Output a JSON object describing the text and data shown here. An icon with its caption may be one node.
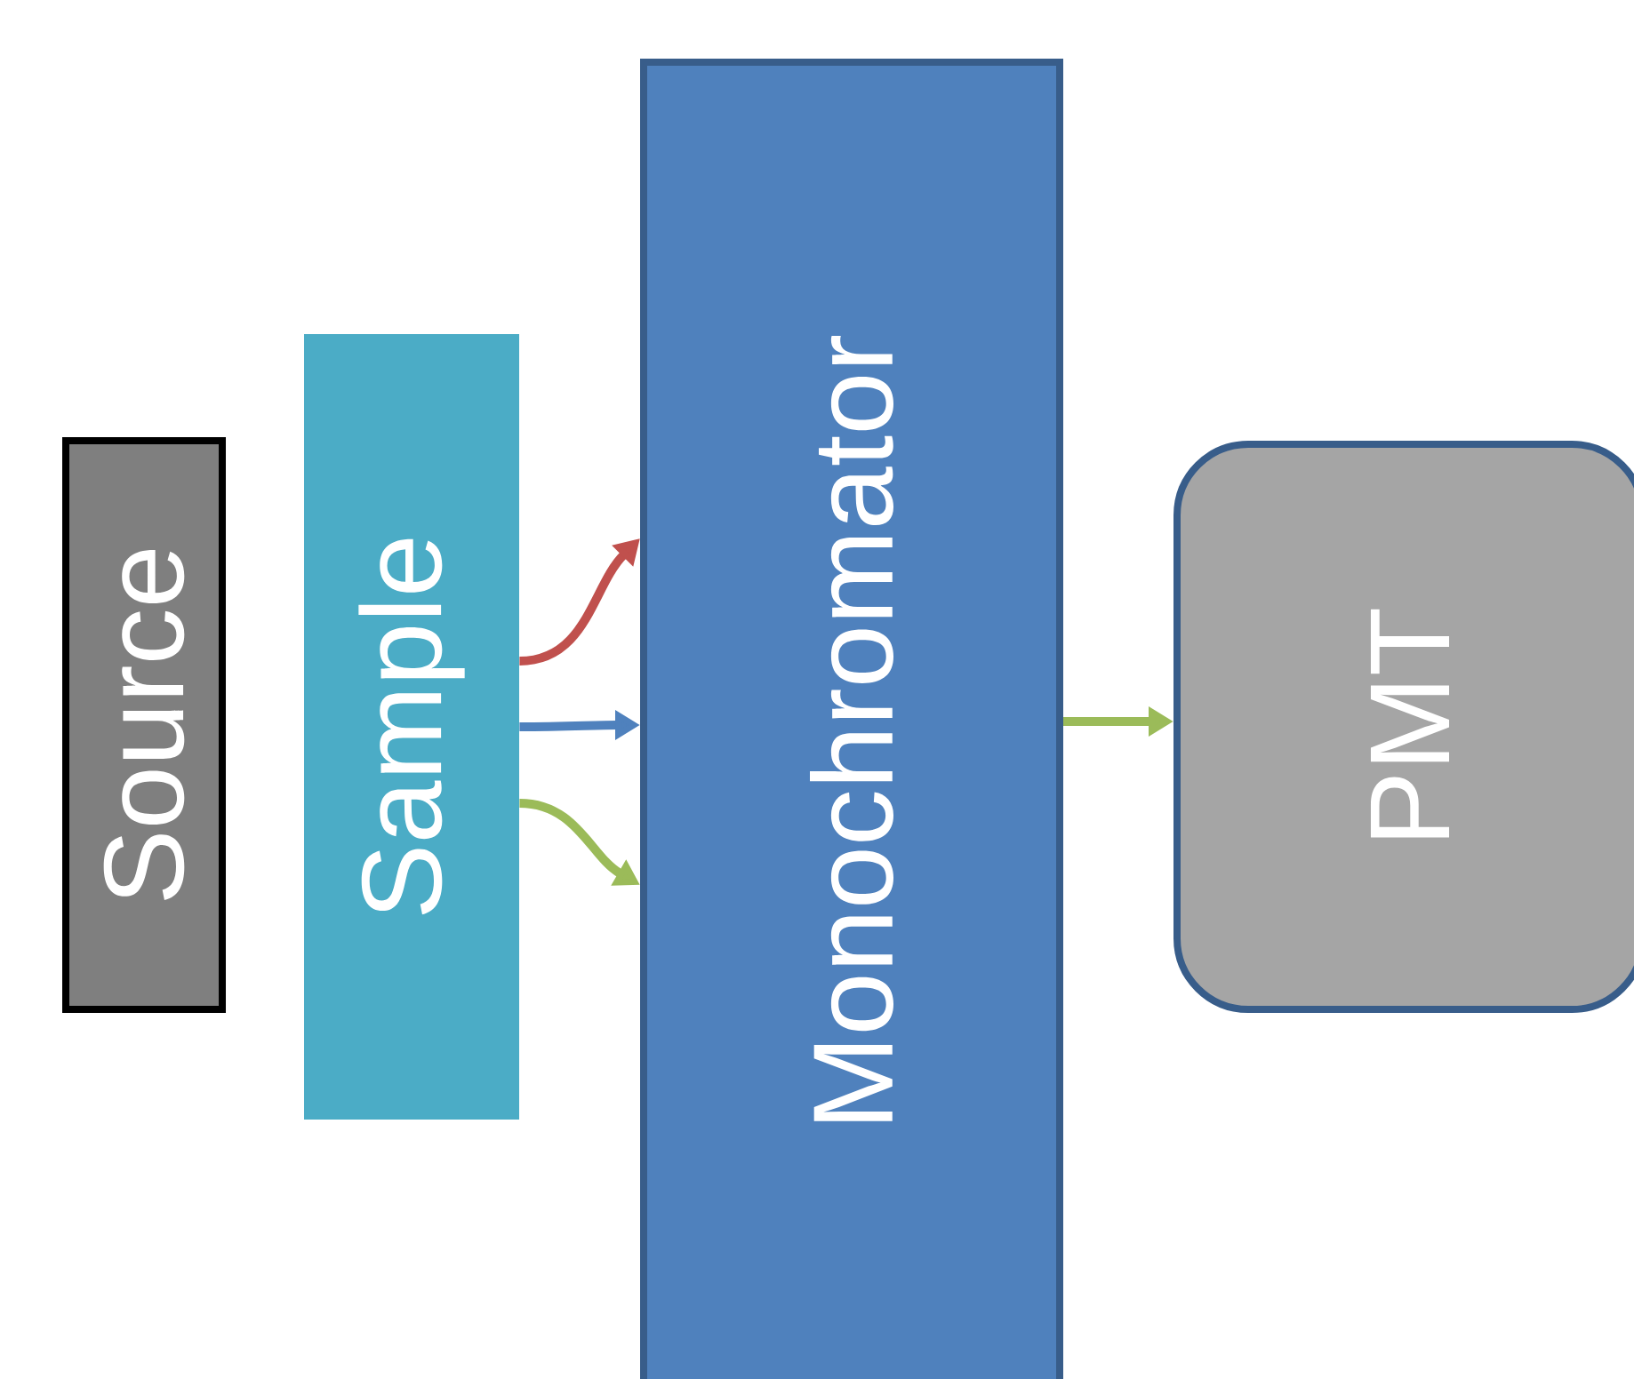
{
  "diagram": {
    "nodes": [
      {
        "text": [
          "Source"
        ]
      },
      {
        "text": [
          "Sample"
        ]
      },
      {
        "text": [
          "Monochromator"
        ]
      },
      {
        "text": [
          "PMT"
        ]
      }
    ],
    "edges": [
      {
        "from": 1,
        "to": 2,
        "arrow": "to",
        "color": "#c0504d"
      },
      {
        "from": 1,
        "to": 2,
        "arrow": "to",
        "color": "#4f81bd"
      },
      {
        "from": 1,
        "to": 2,
        "arrow": "to",
        "color": "#9bbb59"
      },
      {
        "from": 2,
        "to": 3,
        "arrow": "to",
        "color": "#9bbb59"
      }
    ]
  }
}
